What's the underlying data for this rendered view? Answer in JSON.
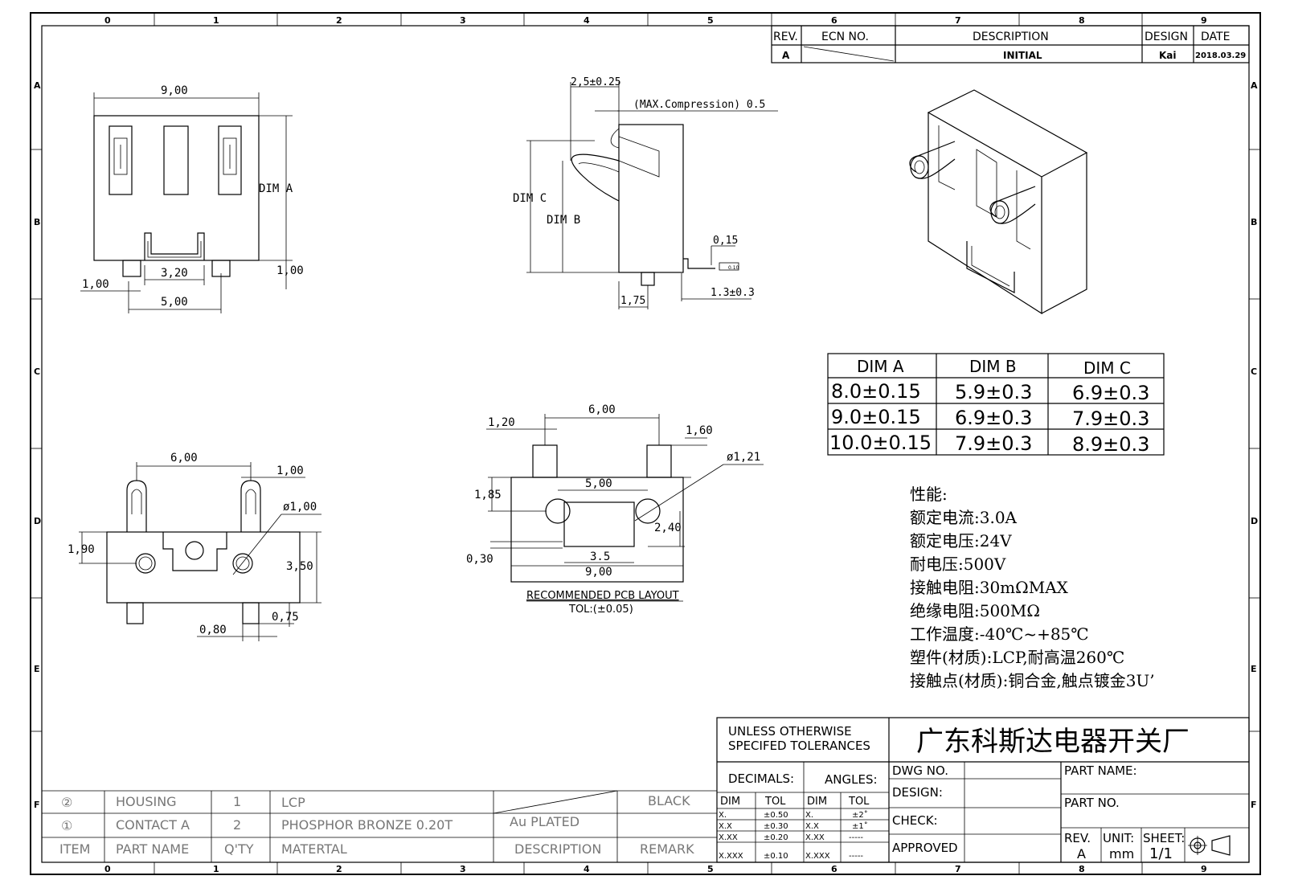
{
  "zones": {
    "cols": [
      "0",
      "1",
      "2",
      "3",
      "4",
      "5",
      "6",
      "7",
      "8",
      "9"
    ],
    "rows": [
      "A",
      "B",
      "C",
      "D",
      "E",
      "F"
    ]
  },
  "revision_block": {
    "headers": {
      "rev": "REV.",
      "ecn": "ECN NO.",
      "description": "DESCRIPTION",
      "design": "DESIGN",
      "date": "DATE"
    },
    "row": {
      "rev": "A",
      "description": "INITIAL",
      "design": "Kai",
      "date": "2018.03.29"
    }
  },
  "front_view": {
    "dims": {
      "width": "9,00",
      "dim_a": "DIM A",
      "pitch_inner": "3,20",
      "pitch_outer": "5,00",
      "pin_left": "1,00",
      "pin_right": "1,00"
    }
  },
  "side_view": {
    "dims": {
      "top": "2,5±0.25",
      "compression": "(MAX.Compression) 0.5",
      "dim_c": "DIM C",
      "dim_b": "DIM B",
      "thickness": "0,15",
      "post": "1,75",
      "lead": "1.3±0.3",
      "flatness": "0.10"
    }
  },
  "bottom_view": {
    "dims": {
      "span": "6,00",
      "pin_w": "1,00",
      "hole": "ø1,00",
      "offset": "1,90",
      "height": "3,50",
      "pin_out": "0,75",
      "pin_gap": "0,80"
    }
  },
  "pcb_layout": {
    "caption": "RECOMMENDED PCB LAYOUT",
    "tolerance": "TOL:(±0.05)",
    "dims": {
      "pad_w": "1,20",
      "span": "6,00",
      "pad_h": "1,60",
      "hole": "ø1,21",
      "hole_pitch": "5,00",
      "edge": "1,85",
      "hole_y": "2,40",
      "keepout": "3.5",
      "width": "9,00",
      "strip": "0,30"
    }
  },
  "dim_table": {
    "headers": [
      "DIM A",
      "DIM B",
      "DIM C"
    ],
    "rows": [
      [
        "8.0±0.15",
        "5.9±0.3",
        "6.9±0.3"
      ],
      [
        "9.0±0.15",
        "6.9±0.3",
        "7.9±0.3"
      ],
      [
        "10.0±0.15",
        "7.9±0.3",
        "8.9±0.3"
      ]
    ]
  },
  "specs": {
    "title": "性能:",
    "lines": [
      "额定电流:3.0A",
      "额定电压:24V",
      "耐电压:500V",
      "接触电阻:30mΩMAX",
      "绝缘电阻:500MΩ",
      "工作温度:-40℃~+85℃",
      "塑件(材质):LCP,耐高温260℃",
      "接触点(材质):铜合金,触点镀金3U’"
    ]
  },
  "bom": {
    "rows": [
      {
        "item": "②",
        "part_name": "HOUSING",
        "qty": "1",
        "material": "LCP",
        "description": "",
        "remark": "BLACK"
      },
      {
        "item": "①",
        "part_name": "CONTACT A",
        "qty": "2",
        "material": "PHOSPHOR BRONZE 0.20T",
        "description": "Au PLATED",
        "remark": ""
      }
    ],
    "headers": {
      "item": "ITEM",
      "part_name": "PART NAME",
      "qty": "Q'TY",
      "material": "MATERTAL",
      "description": "DESCRIPTION",
      "remark": "REMARK"
    }
  },
  "title_block": {
    "tolerance_title": [
      "UNLESS OTHERWISE",
      "SPECIFED TOLERANCES"
    ],
    "company": "广东科斯达电器开关厂",
    "decimals_label": "DECIMALS:",
    "angles_label": "ANGLES:",
    "tol_headers": [
      "DIM",
      "TOL",
      "DIM",
      "TOL"
    ],
    "tol_rows": [
      [
        "X.",
        "±0.50",
        "X.",
        "±2˚"
      ],
      [
        "X.X",
        "±0.30",
        "X.X",
        "±1˚"
      ],
      [
        "X.XX",
        "±0.20",
        "X.XX",
        "-----"
      ],
      [
        "X.XXX",
        "±0.10",
        "X.XXX",
        "-----"
      ]
    ],
    "dwg_no": "DWG NO.",
    "design": "DESIGN:",
    "check": "CHECK:",
    "approved": "APPROVED",
    "part_name": "PART NAME:",
    "part_no": "PART NO.",
    "rev_label": "REV.",
    "rev_value": "A",
    "unit_label": "UNIT:",
    "unit_value": "mm",
    "sheet_label": "SHEET:",
    "sheet_value": "1/1"
  }
}
